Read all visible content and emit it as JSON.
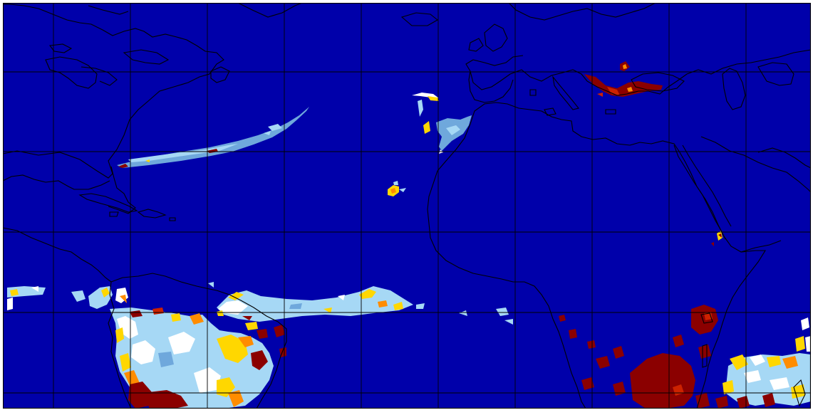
{
  "map": {
    "projection": "equirectangular",
    "background_color": "#0000AA",
    "frame_color": "#000000",
    "gridline_color": "#000000",
    "coastline_color": "#000000",
    "grid": true,
    "colormap": [
      "#8B0000",
      "#CC2200",
      "#FF8C00",
      "#FFD700",
      "#FFFFFF",
      "#A6D8F5",
      "#6FA8DC"
    ],
    "precipitation_areas": [
      {
        "name": "atlantic-frontal-band",
        "colors": [
          "#8B0000",
          "#FFD700",
          "#6FA8DC",
          "#A6D8F5"
        ]
      },
      {
        "name": "azores-portugal-cells",
        "colors": [
          "#FFD700",
          "#FFFFFF",
          "#A6D8F5",
          "#6FA8DC"
        ]
      },
      {
        "name": "canary-cell",
        "colors": [
          "#FFD700",
          "#FF8C00",
          "#A6D8F5"
        ]
      },
      {
        "name": "balkans-black-sea-storms",
        "colors": [
          "#8B0000",
          "#CC2200",
          "#FF8C00"
        ]
      },
      {
        "name": "itcz-band",
        "colors": [
          "#A6D8F5",
          "#FFFFFF",
          "#FFD700",
          "#8B0000"
        ]
      },
      {
        "name": "amazon-rainfall",
        "colors": [
          "#A6D8F5",
          "#FFFFFF",
          "#FFD700",
          "#FF8C00",
          "#8B0000"
        ]
      },
      {
        "name": "central-africa-rainfall",
        "colors": [
          "#8B0000",
          "#CC2200"
        ]
      },
      {
        "name": "east-africa-rainfall",
        "colors": [
          "#FFD700",
          "#FFFFFF",
          "#A6D8F5",
          "#8B0000"
        ]
      },
      {
        "name": "red-sea-cell",
        "colors": [
          "#FFD700",
          "#8B0000"
        ]
      }
    ]
  }
}
